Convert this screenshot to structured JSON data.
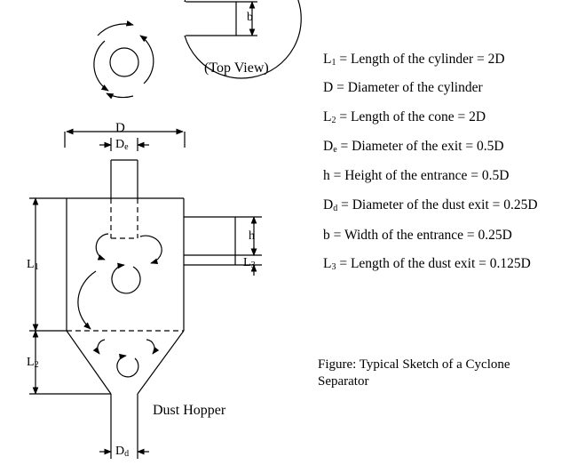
{
  "top_view_label": "(Top View)",
  "dims": {
    "b": "b",
    "D": "D",
    "De": {
      "main": "D",
      "sub": "e"
    },
    "h": "h",
    "L1": {
      "main": "L",
      "sub": "1"
    },
    "L2": {
      "main": "L",
      "sub": "2"
    },
    "L3": {
      "main": "L",
      "sub": "3"
    },
    "Dd": {
      "main": "D",
      "sub": "d"
    }
  },
  "dust_hopper_label": "Dust Hopper",
  "legend": [
    {
      "sym": "L",
      "sub": "1",
      "text": " = Length of the cylinder = 2D"
    },
    {
      "sym": "D",
      "sub": "",
      "text": " = Diameter of the cylinder"
    },
    {
      "sym": "L",
      "sub": "2",
      "text": " = Length of the cone = 2D"
    },
    {
      "sym": "D",
      "sub": "e",
      "text": " = Diameter of the exit = 0.5D"
    },
    {
      "sym": "h",
      "sub": "",
      "text": " = Height of the entrance = 0.5D"
    },
    {
      "sym": "D",
      "sub": "d",
      "text": " = Diameter of the dust exit = 0.25D"
    },
    {
      "sym": "b",
      "sub": "",
      "text": " = Width of the entrance = 0.25D"
    },
    {
      "sym": "L",
      "sub": "3",
      "text": " = Length of the dust exit = 0.125D"
    }
  ],
  "caption": {
    "line1": "Figure: Typical Sketch of a Cyclone",
    "line2": "Separator"
  }
}
